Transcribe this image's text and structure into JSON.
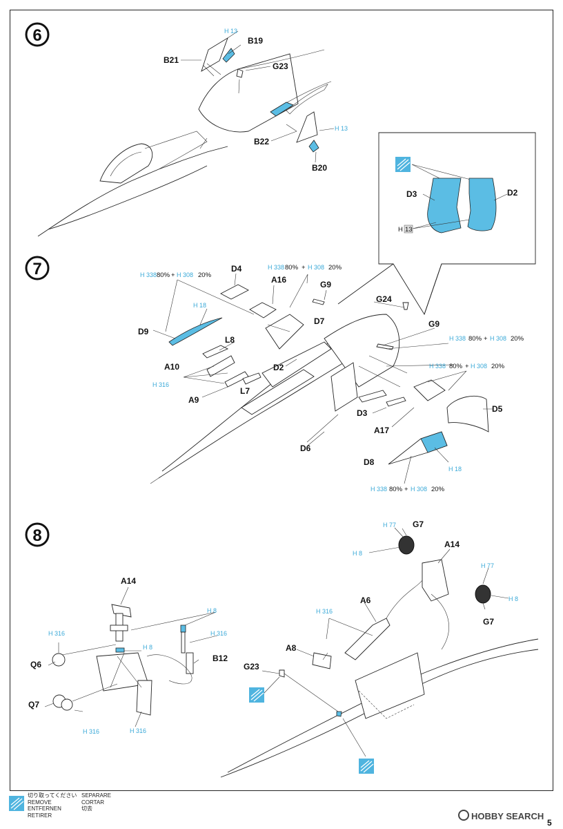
{
  "steps": {
    "six": "6",
    "seven": "7",
    "eight": "8"
  },
  "step6": {
    "labels": [
      "B21",
      "B19",
      "G23",
      "B22",
      "B20"
    ],
    "paint_h13_top": "H 13",
    "paint_h13_right": "H 13"
  },
  "inset": {
    "d3": "D3",
    "d2": "D2",
    "h13_prefix": "H",
    "h13_num": "13"
  },
  "step7": {
    "labels": [
      "D4",
      "A16",
      "G9",
      "G24",
      "D9",
      "D7",
      "L8",
      "G9",
      "A10",
      "D2",
      "A9",
      "L7",
      "D3",
      "D5",
      "A17",
      "D6",
      "D8"
    ],
    "mix1": {
      "a": "H 338",
      "a_pct": "80%",
      "plus": "+",
      "b": "H 308",
      "b_pct": "20%"
    },
    "mix2": {
      "a": "H 338",
      "a_pct": "80%",
      "plus": "+",
      "b": "H 308",
      "b_pct": "20%"
    },
    "mix3": {
      "a": "H 338",
      "a_pct": "80%",
      "plus": "+",
      "b": "H 308",
      "b_pct": "20%"
    },
    "mix4": {
      "a": "H 338",
      "a_pct": "80%",
      "plus": "+",
      "b": "H 308",
      "b_pct": "20%"
    },
    "mix5": {
      "a": "H 338",
      "a_pct": "80%",
      "plus": "+",
      "b": "H 308",
      "b_pct": "20%"
    },
    "h18_left": "H 18",
    "h316": "H 316",
    "h18_nose": "H 18"
  },
  "step8": {
    "labels": [
      "A14",
      "G7",
      "A14",
      "A6",
      "A8",
      "G23",
      "Q6",
      "Q7",
      "B12",
      "G7"
    ],
    "paints": {
      "h8_a": "H 8",
      "h316_a": "H 316",
      "h316_b": "H 316",
      "h8_b": "H 8",
      "h316_c": "H 316",
      "h316_d": "H 316",
      "h77_a": "H 77",
      "h8_c": "H 8",
      "h77_b": "H 77",
      "h8_d": "H 8",
      "h316_e": "H 316"
    }
  },
  "legend": {
    "jp1": "切り取ってください",
    "en": "REMOVE",
    "de": "ENTFERNEN",
    "fr": "RETIRER",
    "it": "SEPARARE",
    "es": "CORTAR",
    "cn": "切去"
  },
  "brand": "HOBBY SEARCH",
  "page_number": "5",
  "colors": {
    "paint_blue": "#5bbde4",
    "paint_label": "#3aa9d8"
  }
}
